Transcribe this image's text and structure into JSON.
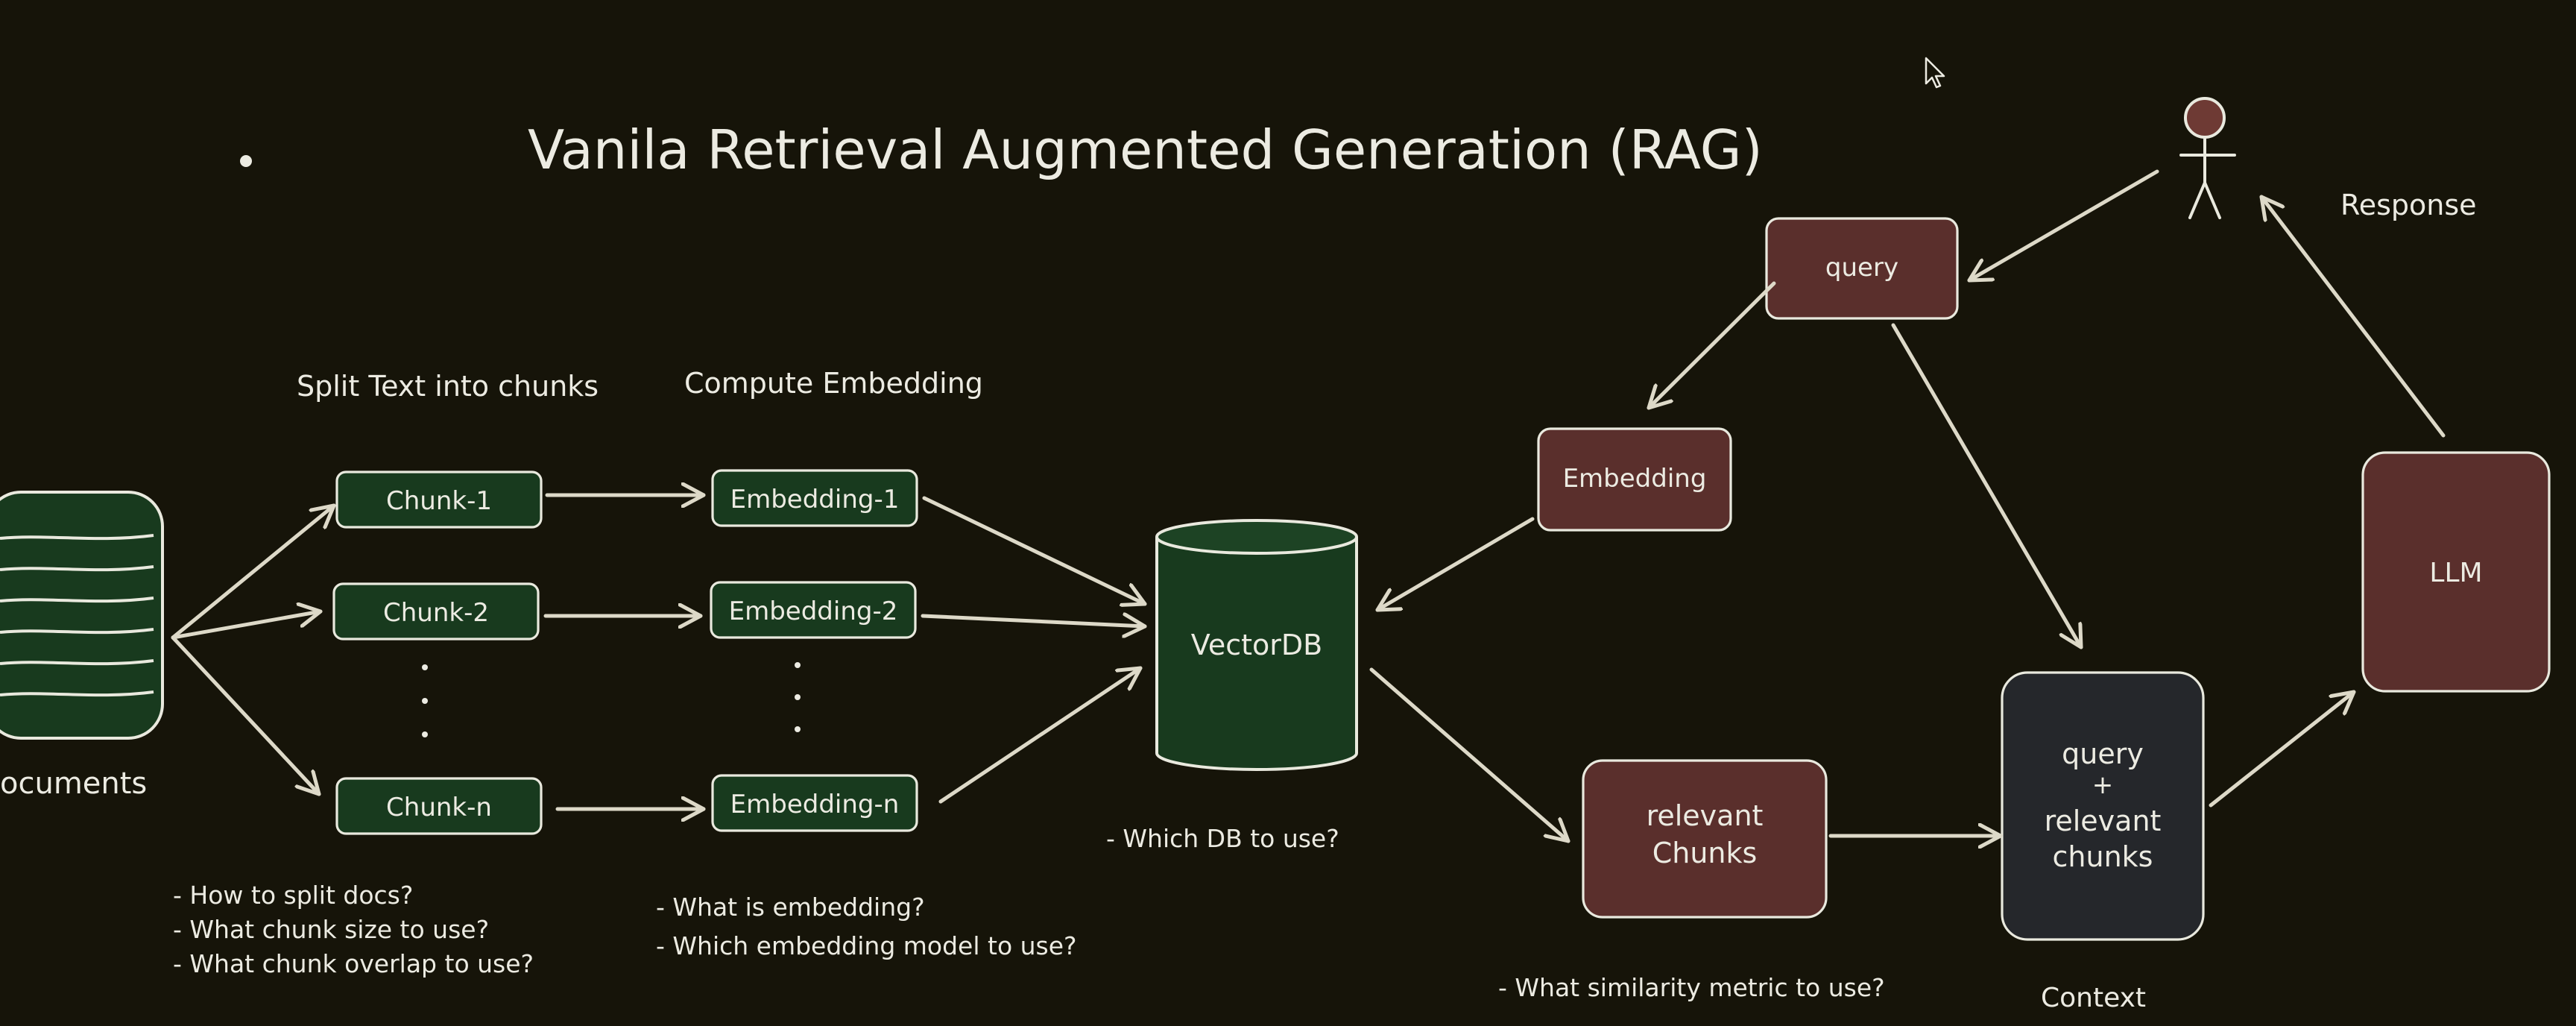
{
  "title": "Vanila Retrieval Augmented Generation (RAG)",
  "stages": {
    "split": "Split Text into chunks",
    "embed": "Compute Embedding"
  },
  "documents_label": "ocuments",
  "chunks": [
    "Chunk-1",
    "Chunk-2",
    "Chunk-n"
  ],
  "embeddings": [
    "Embedding-1",
    "Embedding-2",
    "Embedding-n"
  ],
  "vectordb": "VectorDB",
  "query_flow": {
    "query": "query",
    "embedding": "Embedding",
    "relevant": [
      "relevant",
      "Chunks"
    ],
    "context_box": [
      "query",
      "+",
      "relevant",
      "chunks"
    ],
    "context_label": "Context",
    "llm": "LLM",
    "response": "Response"
  },
  "notes": {
    "chunking": [
      "- How to split docs?",
      "- What chunk size to use?",
      "- What chunk overlap to use?"
    ],
    "embedding": [
      "- What is embedding?",
      "- Which embedding model to use?"
    ],
    "db": "- Which DB to use?",
    "similarity": "- What similarity metric to use?"
  },
  "colors": {
    "background": "#161409",
    "green_box": "#183a1e",
    "brown_box": "#5a2f2c",
    "dark_box": "#25272b",
    "stroke": "#e9e9de",
    "person_head": "#6e3a34"
  }
}
